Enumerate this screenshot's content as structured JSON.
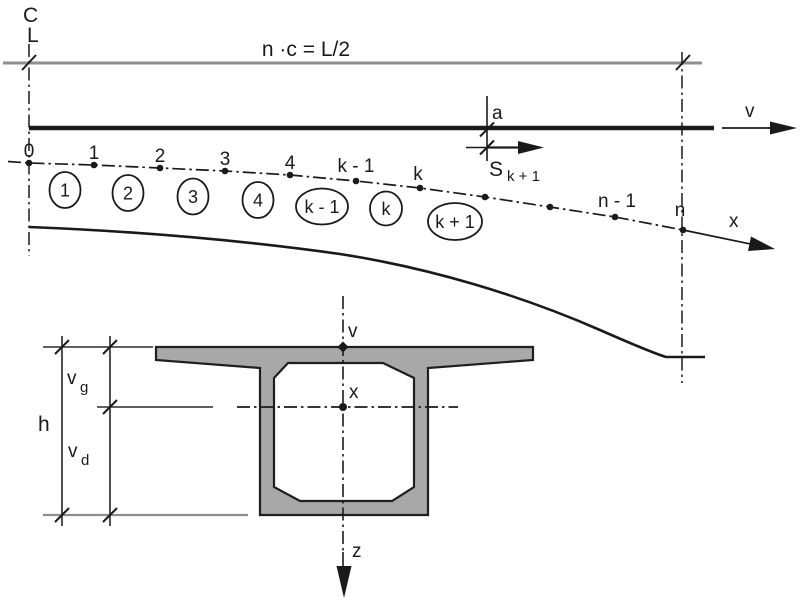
{
  "figure": {
    "type": "bridge-cantilever-segment-diagram",
    "colors": {
      "ink": "#1a1a1a",
      "dimension_gray": "#8e8e8e",
      "extension_gray": "#4a4a4a",
      "section_fill": "#a8a8a8",
      "background": "#ffffff"
    },
    "elevation": {
      "centerline_symbol": {
        "top": "C",
        "bottom": "L"
      },
      "span_dim_label": "n ·c = L/2",
      "v_axis_label": "v",
      "x_axis_label": "x",
      "a_dim_label": "a",
      "segment_force_label": {
        "base": "S",
        "sub": "k + 1"
      },
      "station_labels": [
        "0",
        "1",
        "2",
        "3",
        "4",
        "k - 1",
        "k",
        "n - 1",
        "n"
      ],
      "segment_labels": [
        "1",
        "2",
        "3",
        "4",
        "k - 1",
        "k",
        "k + 1"
      ]
    },
    "cross_section": {
      "v_axis_label": "v",
      "x_axis_label": "x",
      "z_axis_label": "z",
      "height_dim_label": "h",
      "upper_dim_label": {
        "base": "v",
        "sub": "g"
      },
      "lower_dim_label": {
        "base": "v",
        "sub": "d"
      }
    }
  }
}
